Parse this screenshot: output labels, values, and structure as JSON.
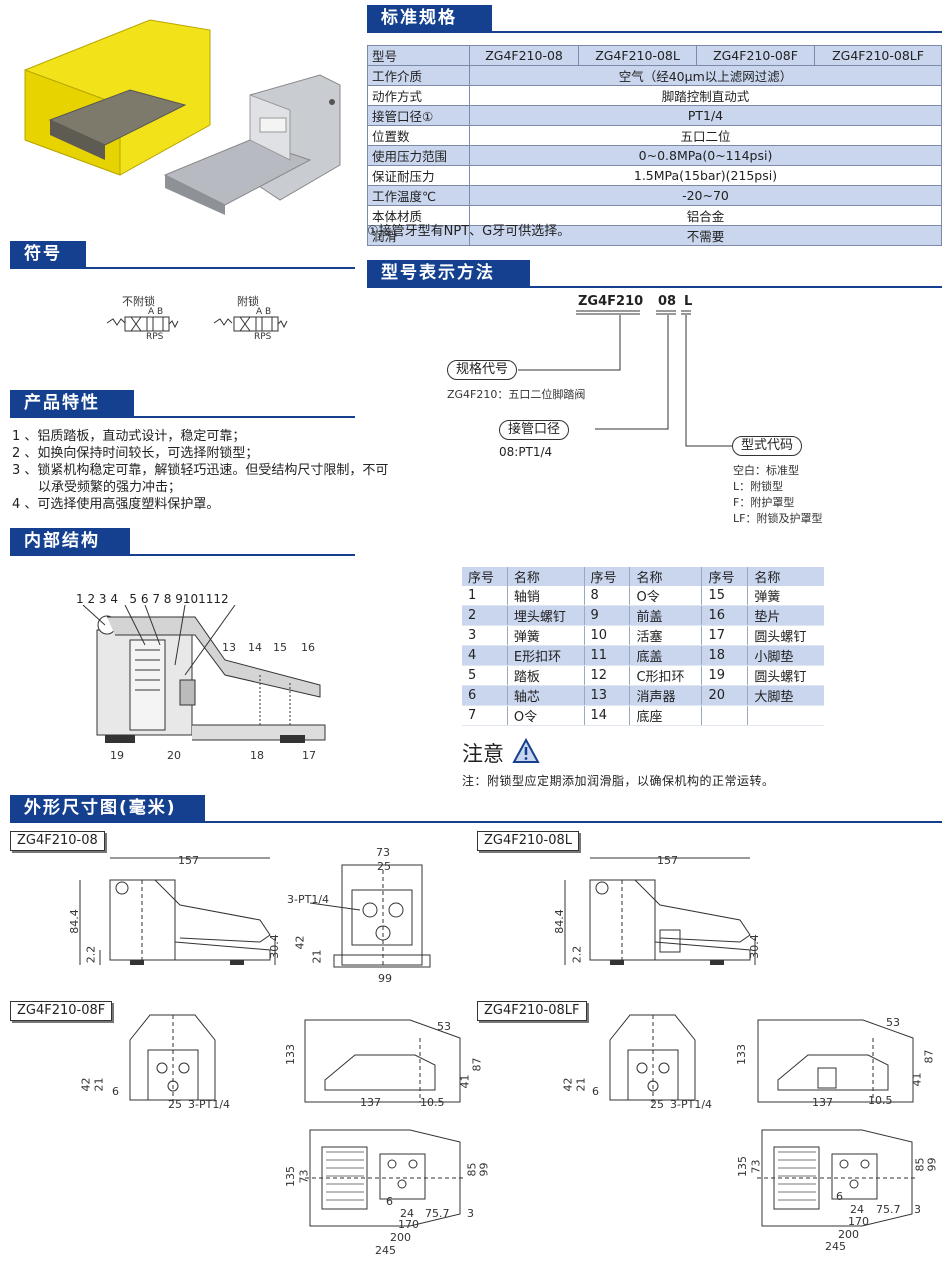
{
  "sections": {
    "spec": "标准规格",
    "symbol": "符号",
    "features": "产品特性",
    "structure": "内部结构",
    "model": "型号表示方法",
    "dims": "外形尺寸图(毫米)"
  },
  "spec_table": {
    "header": [
      "型号",
      "ZG4F210-08",
      "ZG4F210-08L",
      "ZG4F210-08F",
      "ZG4F210-08LF"
    ],
    "rows": [
      {
        "label": "工作介质",
        "value": "空气（经40μm以上滤网过滤）"
      },
      {
        "label": "动作方式",
        "value": "脚踏控制直动式"
      },
      {
        "label": "接管口径①",
        "value": "PT1/4"
      },
      {
        "label": "位置数",
        "value": "五口二位"
      },
      {
        "label": "使用压力范围",
        "value": "0~0.8MPa(0~114psi)"
      },
      {
        "label": "保证耐压力",
        "value": "1.5MPa(15bar)(215psi)"
      },
      {
        "label": "工作温度℃",
        "value": "-20~70"
      },
      {
        "label": "本体材质",
        "value": "铝合金"
      },
      {
        "label": "润滑",
        "value": "不需要"
      }
    ],
    "note": "①接管牙型有NPT、G牙可供选择。"
  },
  "symbol": {
    "no_lock": "不附锁",
    "lock": "附锁",
    "ports_top": "A B",
    "ports_bottom": "RPS"
  },
  "features": [
    "1 、铝质踏板，直动式设计，稳定可靠；",
    "2 、如换向保持时间较长，可选择附锁型；",
    "3 、锁紧机构稳定可靠，解锁轻巧迅速。但受结构尺寸限制，不可",
    "以承受频繁的强力冲击；",
    "4 、可选择使用高强度塑料保护罩。"
  ],
  "model": {
    "code1": "ZG4F210",
    "code2": "08",
    "code3": "L",
    "spec_code_label": "规格代号",
    "spec_code_desc": "ZG4F210：五口二位脚踏阀",
    "port_label": "接管口径",
    "port_desc": "08:PT1/4",
    "type_label": "型式代码",
    "type_desc": [
      "空白：标准型",
      "L：附锁型",
      "F：附护罩型",
      "LF：附锁及护罩型"
    ]
  },
  "parts": {
    "headers": [
      "序号",
      "名称",
      "序号",
      "名称",
      "序号",
      "名称"
    ],
    "rows": [
      [
        "1",
        "轴销",
        "8",
        "O令",
        "15",
        "弹簧"
      ],
      [
        "2",
        "埋头螺钉",
        "9",
        "前盖",
        "16",
        "垫片"
      ],
      [
        "3",
        "弹簧",
        "10",
        "活塞",
        "17",
        "圆头螺钉"
      ],
      [
        "4",
        "E形扣环",
        "11",
        "底盖",
        "18",
        "小脚垫"
      ],
      [
        "5",
        "踏板",
        "12",
        "C形扣环",
        "19",
        "圆头螺钉"
      ],
      [
        "6",
        "轴芯",
        "13",
        "消声器",
        "20",
        "大脚垫"
      ],
      [
        "7",
        "O令",
        "14",
        "底座",
        "",
        ""
      ]
    ]
  },
  "notice": {
    "title": "注意",
    "text": "注：附锁型应定期添加润滑脂，以确保机构的正常运转。"
  },
  "structure_labels": {
    "top": "1 2 3 4   5 6 7 8 9101112",
    "n13": "13",
    "n14": "14",
    "n15": "15",
    "n16": "16",
    "n17": "17",
    "n18": "18",
    "n19": "19",
    "n20": "20"
  },
  "drawings": {
    "d1_title": "ZG4F210-08",
    "d2_title": "ZG4F210-08L",
    "d3_title": "ZG4F210-08F",
    "d4_title": "ZG4F210-08LF",
    "dims": {
      "w157": "157",
      "h84": "84.4",
      "h2": "2.2",
      "h30": "30.4",
      "w73": "73",
      "w25": "25",
      "pt": "3-PT1/4",
      "h42": "42",
      "h21": "21",
      "w99": "99",
      "h6": "6",
      "h133": "133",
      "w53": "53",
      "h87": "87",
      "h41": "41",
      "w137": "137",
      "w10": "10.5",
      "h135": "135",
      "h73": "73",
      "h85": "85",
      "h99": "99",
      "w24": "24",
      "w75": "75.7",
      "w3": "3",
      "w170": "170",
      "w200": "200",
      "w245": "245"
    }
  }
}
